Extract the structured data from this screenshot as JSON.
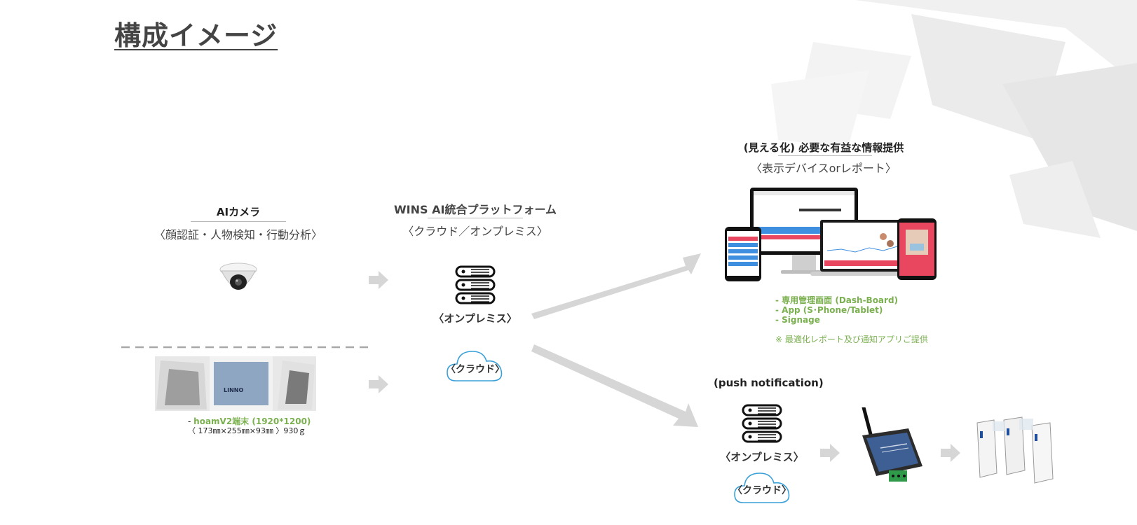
{
  "page_title": "構成イメージ",
  "camera": {
    "title": "AIカメラ",
    "subtitle": "〈顔認証・人物検知・行動分析〉"
  },
  "platform": {
    "title": "WINS AI統合プラットフォーム",
    "subtitle": "〈クラウド／オンプレミス〉",
    "onprem_label": "〈オンプレミス〉",
    "cloud_label": "〈クラウド〉"
  },
  "terminal": {
    "logo_text": "LINNO",
    "spec_line1_prefix": "- ",
    "spec_line1_green": "hoamV2端末 (1920*1200)",
    "spec_line2": "〈 173㎜×255㎜×93㎜ 〉930ｇ"
  },
  "visual": {
    "title": "(見える化) 必要な有益な情報提供",
    "subtitle": "〈表示デバイスorレポート〉",
    "features": [
      "- 専用管理画面 (Dash-Board)",
      "- App (S･Phone/Tablet)",
      "- Signage"
    ],
    "note": "※ 最適化レポート及び通知アプリご提供"
  },
  "push": {
    "title": "(push notification)",
    "onprem_label": "〈オンプレミス〉",
    "cloud_label": "〈クラウド〉"
  },
  "colors": {
    "accent_green": "#7ab04f",
    "arrow_gray": "#d6d6d6",
    "cloud_blue": "#3aa0d8",
    "alert_red": "#e8475f",
    "table_blue": "#3f8fe0"
  }
}
